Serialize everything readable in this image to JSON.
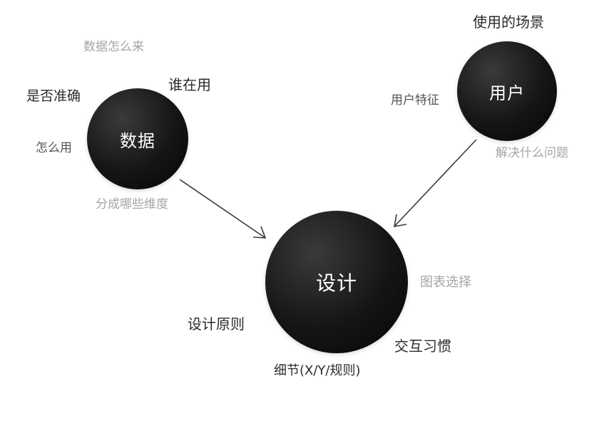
{
  "nodes": {
    "data": "数据",
    "user": "用户",
    "design": "设计"
  },
  "labels": {
    "data_source": "数据怎么来",
    "who_uses": "谁在用",
    "accuracy": "是否准确",
    "how_to_use": "怎么用",
    "dimensions": "分成哪些维度",
    "usage_scenario": "使用的场景",
    "user_traits": "用户特征",
    "problem_solved": "解决什么问题",
    "chart_selection": "图表选择",
    "design_principles": "设计原则",
    "interaction_habits": "交互习惯",
    "details": "细节(X/Y/规则)"
  },
  "colors": {
    "node_fill": "#111111",
    "node_text": "#ffffff",
    "arrow": "#3a3a3a",
    "primary_label": "#2b2b2b",
    "secondary_label": "#a5a5a5"
  }
}
